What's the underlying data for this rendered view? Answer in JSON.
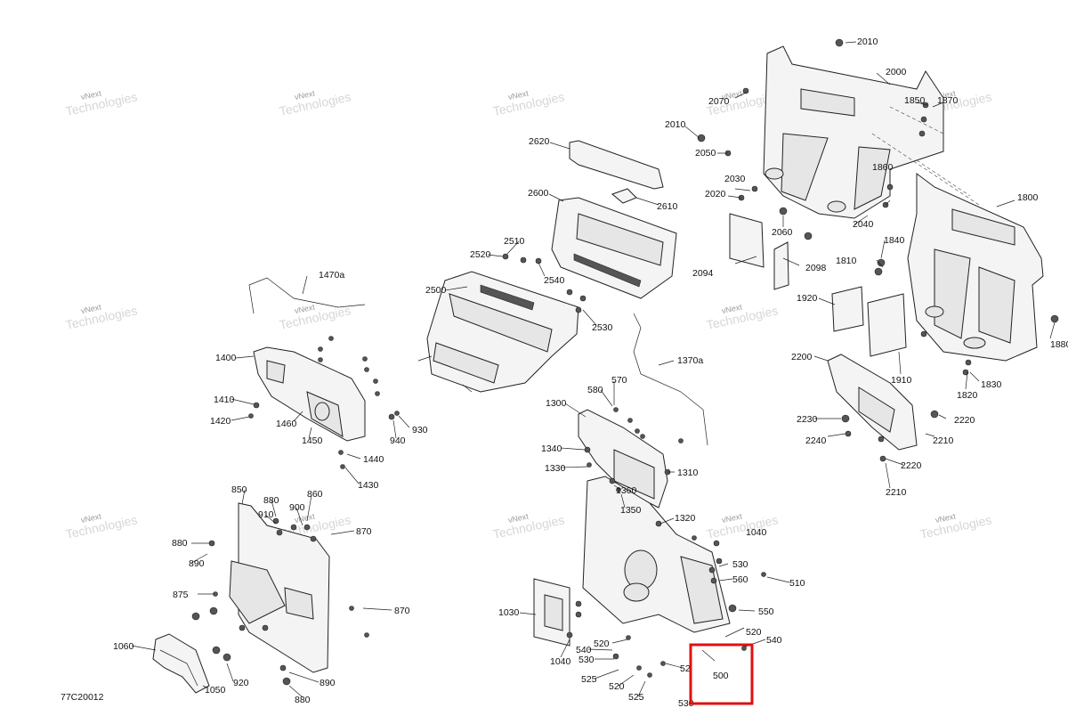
{
  "diagram": {
    "code": "77C20012",
    "highlight_label": "500",
    "watermark": {
      "line1": "vNext",
      "line2": "Technologies"
    },
    "callouts": [
      "2010",
      "2000",
      "2070",
      "1850",
      "1870",
      "2010",
      "2050",
      "1860",
      "2030",
      "2020",
      "2060",
      "2040",
      "1800",
      "1840",
      "1810",
      "2094",
      "2098",
      "1920",
      "1910",
      "1880",
      "1820",
      "1830",
      "2200",
      "2230",
      "2240",
      "2220",
      "2210",
      "2220",
      "2210",
      "2620",
      "2610",
      "2600",
      "2510",
      "2520",
      "2540",
      "2500",
      "2530",
      "1470a",
      "1370a",
      "1400",
      "1410",
      "1420",
      "1460",
      "1450",
      "940",
      "930",
      "1440",
      "1430",
      "570",
      "580",
      "1300",
      "1340",
      "1330",
      "1310",
      "1360",
      "1350",
      "1320",
      "850",
      "880",
      "860",
      "910",
      "900",
      "870",
      "880",
      "890",
      "875",
      "870",
      "1060",
      "1050",
      "920",
      "890",
      "880",
      "1030",
      "1040",
      "540",
      "530",
      "525",
      "520",
      "525",
      "520",
      "52",
      "530",
      "510",
      "530",
      "560",
      "550",
      "520",
      "540",
      "1040"
    ]
  }
}
